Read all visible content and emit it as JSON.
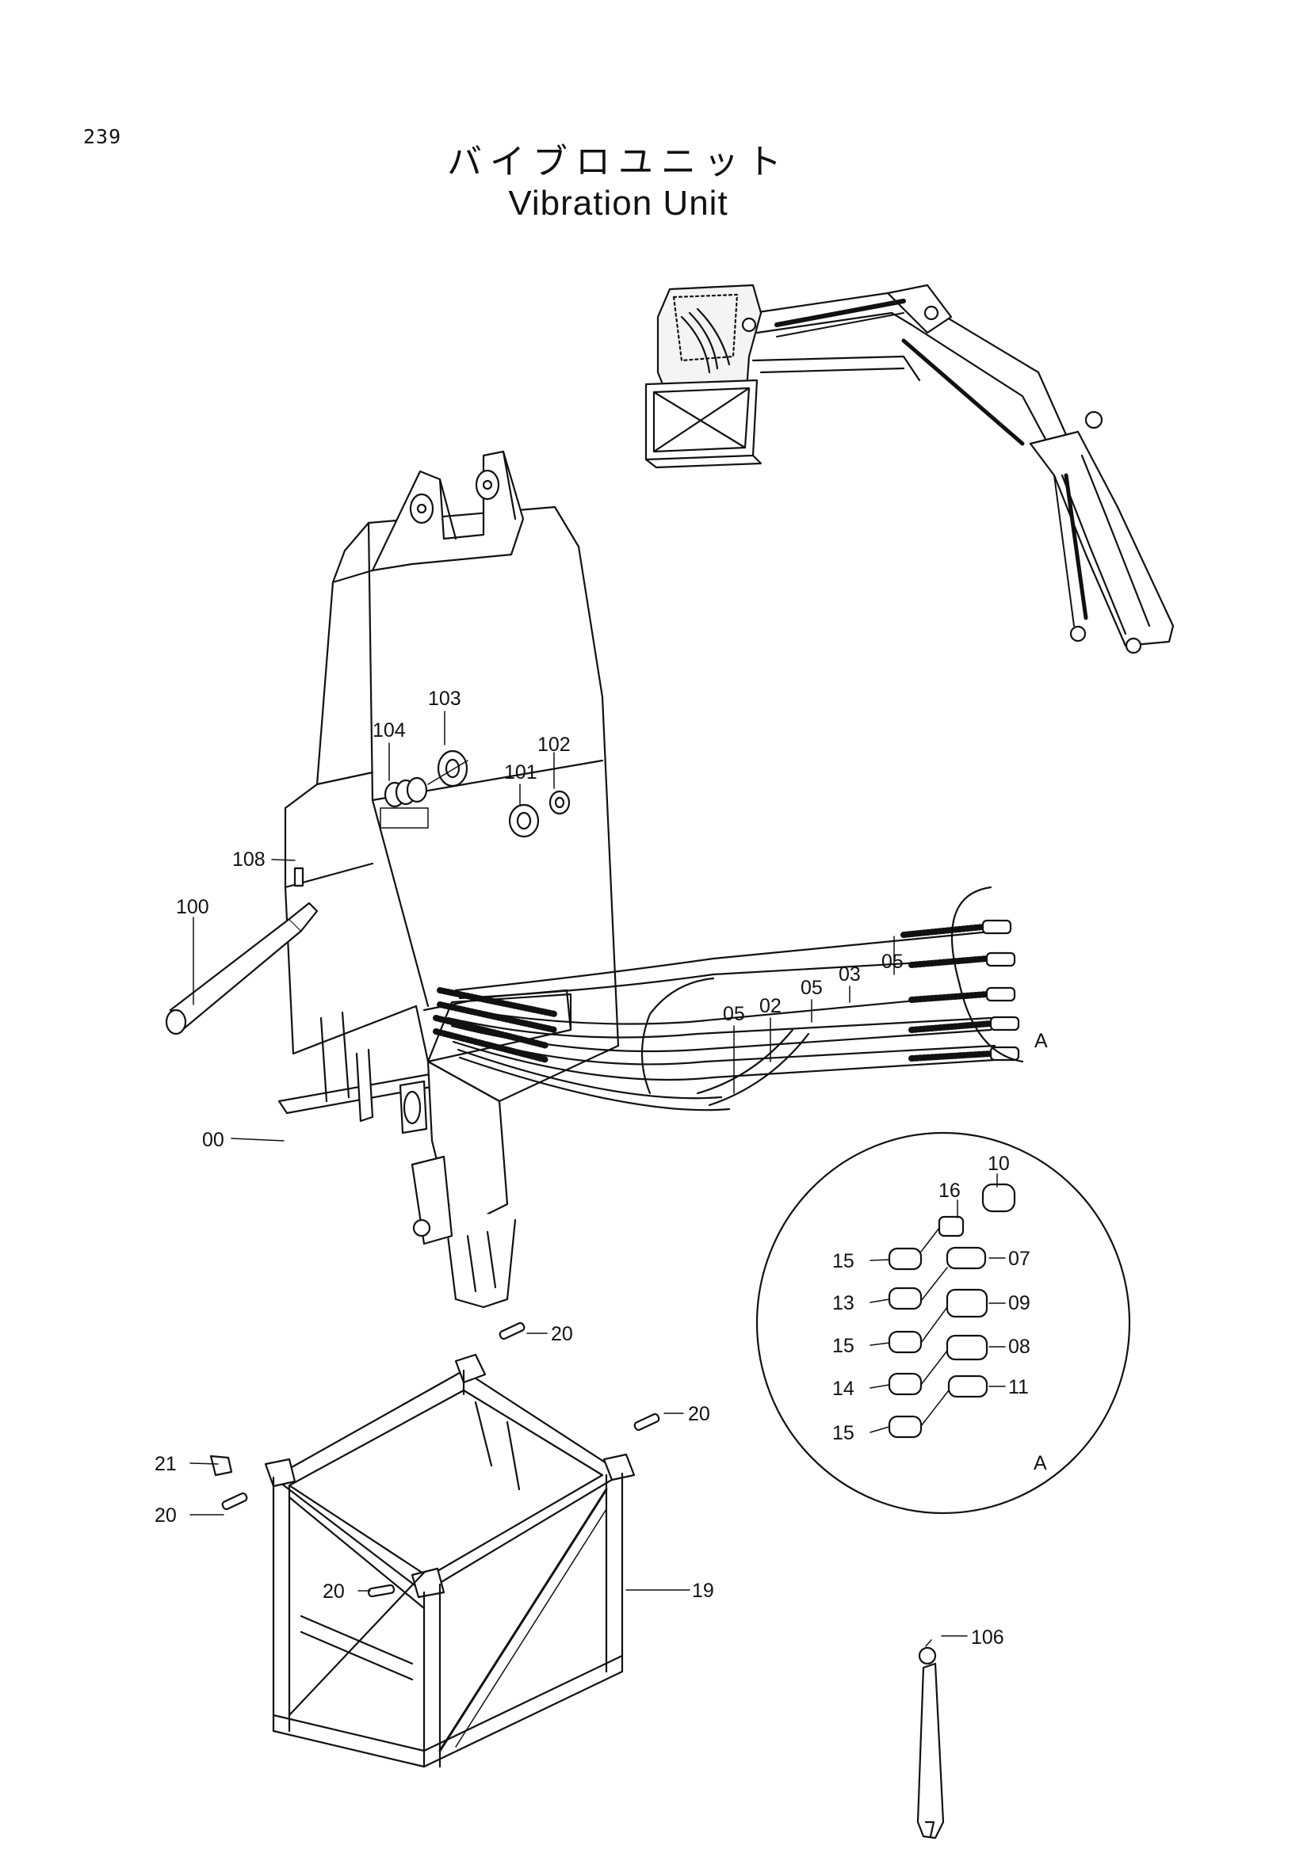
{
  "page": {
    "number": "239",
    "title_jp": "バイブロユニット",
    "title_en": "Vibration Unit"
  },
  "callouts": {
    "c104": "104",
    "c103": "103",
    "c102": "102",
    "c101": "101",
    "c108": "108",
    "c100": "100",
    "c00": "00",
    "c05a": "05",
    "c02": "02",
    "c05b": "05",
    "c03": "03",
    "c05c": "05",
    "cA1": "A",
    "c10": "10",
    "c16": "16",
    "c15a": "15",
    "c07": "07",
    "c13": "13",
    "c09": "09",
    "c15b": "15",
    "c08": "08",
    "c14": "14",
    "c11": "11",
    "c15c": "15",
    "cA2": "A",
    "c20a": "20",
    "c20b": "20",
    "c21": "21",
    "c20c": "20",
    "c20d": "20",
    "c19": "19",
    "c106": "106"
  }
}
